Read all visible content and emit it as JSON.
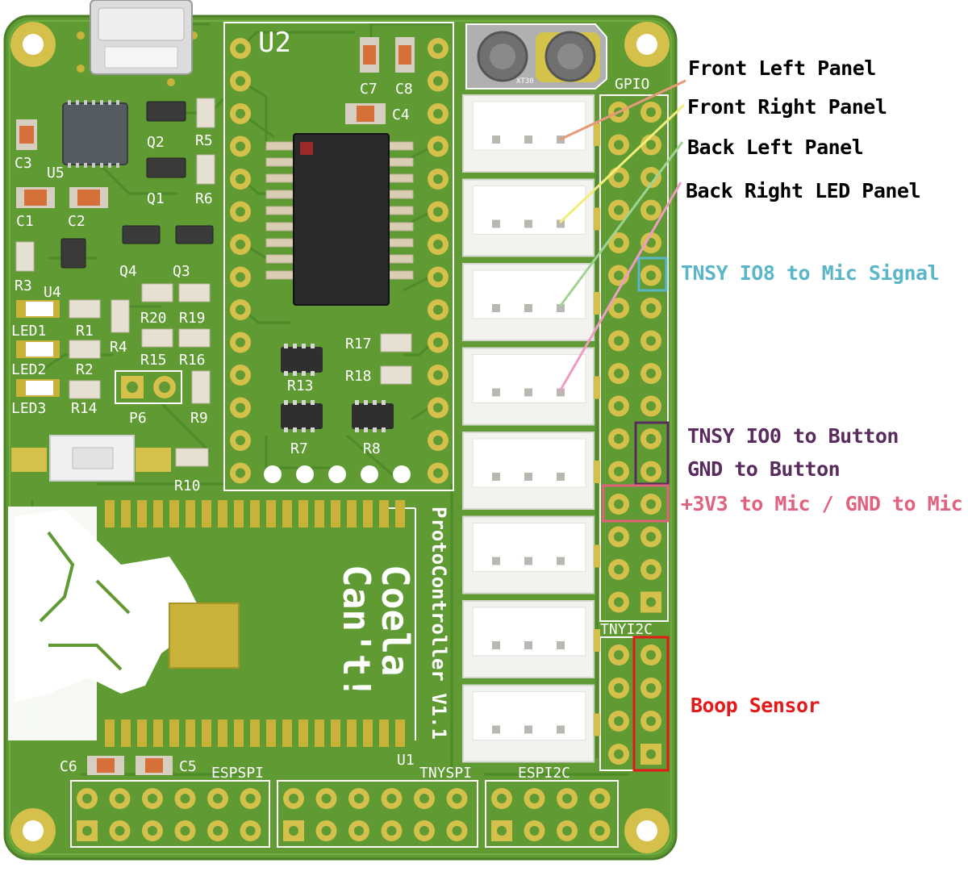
{
  "colors": {
    "board": "#5f9a33",
    "board_dark": "#3f7a24",
    "trace": "#4e8a2a",
    "silk": "#ffffff",
    "pad_gold": "#c9b23a",
    "ic_black": "#2b2b2b",
    "connector_white": "#f2f2ee",
    "ann_front_left": "#e89a78",
    "ann_front_right": "#f2ee7a",
    "ann_back_left": "#9fd490",
    "ann_back_right": "#ee9cc4",
    "ann_mic_signal": "#5ab6c8",
    "ann_button": "#5a2c5e",
    "ann_mic_power": "#e0627f",
    "ann_boop": "#e41a1a"
  },
  "board": {
    "labels": {
      "u2": "U2",
      "c7": "C7",
      "c8": "C8",
      "c4": "C4",
      "c3": "C3",
      "u5": "U5",
      "q2": "Q2",
      "r5": "R5",
      "q1": "Q1",
      "r6": "R6",
      "c1": "C1",
      "c2": "C2",
      "r3": "R3",
      "u4": "U4",
      "q4": "Q4",
      "q3": "Q3",
      "led1": "LED1",
      "r1": "R1",
      "r4": "R4",
      "r20": "R20",
      "r19": "R19",
      "led2": "LED2",
      "r2": "R2",
      "r15": "R15",
      "r16": "R16",
      "r17": "R17",
      "r18": "R18",
      "r13": "R13",
      "led3": "LED3",
      "r14": "R14",
      "p6": "P6",
      "r9": "R9",
      "r7": "R7",
      "r8": "R8",
      "r10": "R10",
      "gpio": "GPIO",
      "tnyi2c": "TNYI2C",
      "c6": "C6",
      "c5": "C5",
      "espspi": "ESPSPI",
      "tnyspi": "TNYSPI",
      "espi2c": "ESPI2C",
      "u1": "U1",
      "xt30": "XT30",
      "product": "ProtoController V1.1",
      "brand_line1": "Coela",
      "brand_line2": "Can't!"
    }
  },
  "annotations": {
    "front_left": "Front Left Panel",
    "front_right": "Front Right Panel",
    "back_left": "Back Left Panel",
    "back_right": "Back Right LED Panel",
    "mic_signal": "TNSY IO8 to Mic Signal",
    "button_signal": "TNSY IO0 to Button",
    "button_gnd": "GND to Button",
    "mic_power": "+3V3 to Mic / GND to Mic",
    "boop": "Boop Sensor"
  }
}
